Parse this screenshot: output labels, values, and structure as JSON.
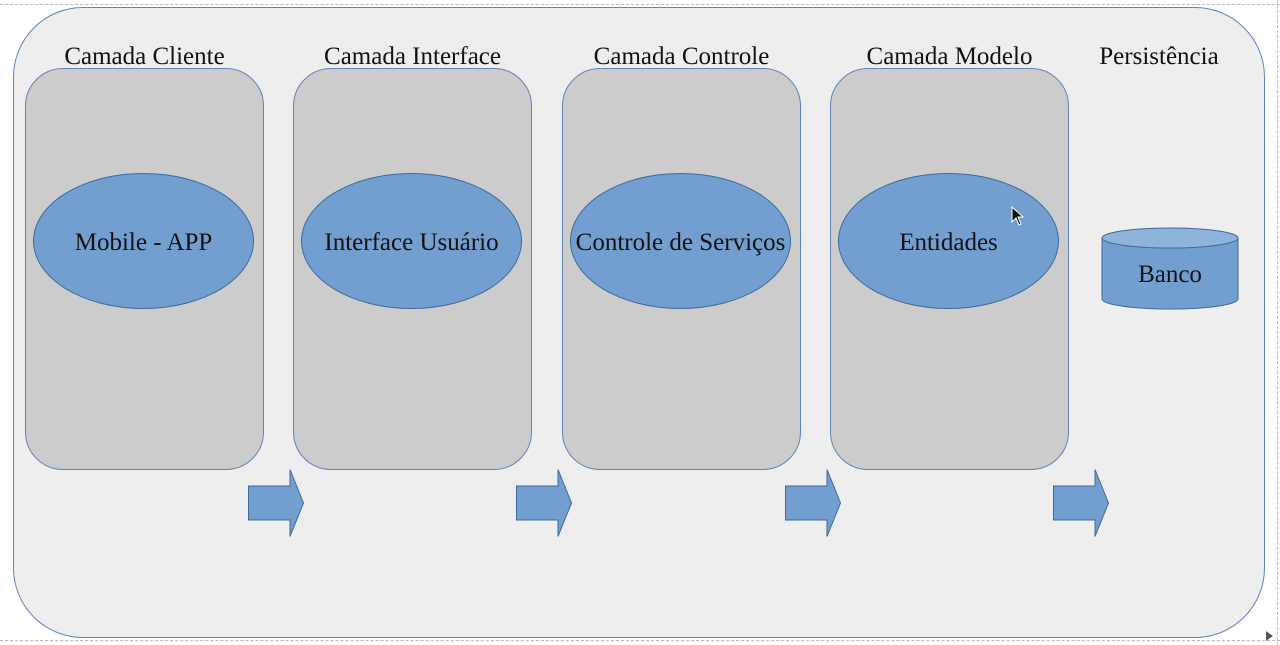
{
  "diagram": {
    "layers": [
      {
        "title": "Camada Cliente",
        "component": "Mobile - APP"
      },
      {
        "title": "Camada Interface",
        "component": "Interface Usuário"
      },
      {
        "title": "Camada Controle",
        "component": "Controle de Serviços"
      },
      {
        "title": "Camada Modelo",
        "component": "Entidades"
      }
    ],
    "persistence": {
      "title": "Persistência",
      "database": "Banco"
    },
    "colors": {
      "background": "#eeeeee",
      "panel": "#cccccc",
      "shape_fill": "#729fcf",
      "border": "#5f86b8"
    }
  }
}
